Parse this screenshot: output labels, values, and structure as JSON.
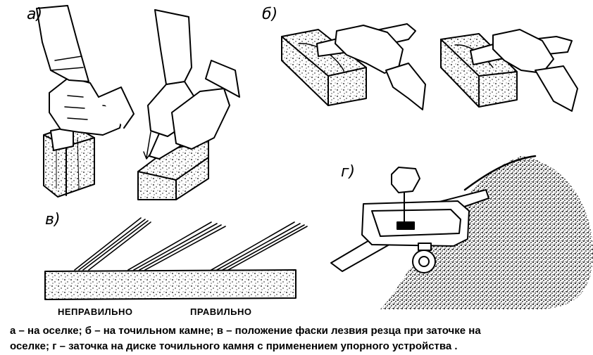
{
  "panels": {
    "a": "а)",
    "b": "б)",
    "v": "в)",
    "g": "г)"
  },
  "bevel_labels": {
    "wrong": "НЕПРАВИЛЬНО",
    "right": "ПРАВИЛЬНО"
  },
  "caption": {
    "line1": "а – на оселке; б – на точильном камне; в – положение фаски лезвия резца при заточке на",
    "line2": "оселке; г – заточка на диске точильного камня с применением упорного устройства ."
  }
}
